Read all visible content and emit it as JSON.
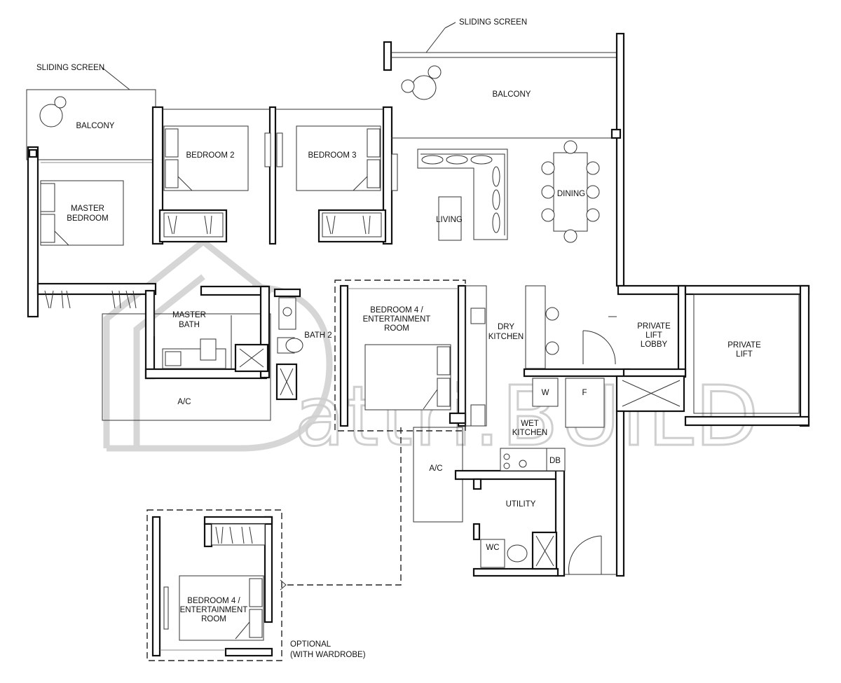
{
  "labels": {
    "sliding_screen_top": "SLIDING SCREEN",
    "sliding_screen_left": "SLIDING SCREEN",
    "balcony_left": "BALCONY",
    "balcony_right": "BALCONY",
    "bedroom2": "BEDROOM 2",
    "bedroom3": "BEDROOM 3",
    "master_bedroom_1": "MASTER",
    "master_bedroom_2": "BEDROOM",
    "living": "LIVING",
    "dining": "DINING",
    "master_bath_1": "MASTER",
    "master_bath_2": "BATH",
    "bath2": "BATH 2",
    "bedroom4_1": "BEDROOM 4 /",
    "bedroom4_2": "ENTERTAINMENT",
    "bedroom4_3": "ROOM",
    "dry_kitchen_1": "DRY",
    "dry_kitchen_2": "KITCHEN",
    "private_lift_lobby_1": "PRIVATE",
    "private_lift_lobby_2": "LIFT",
    "private_lift_lobby_3": "LOBBY",
    "private_lift_1": "PRIVATE",
    "private_lift_2": "LIFT",
    "ac_left": "A/C",
    "ac_right": "A/C",
    "washer": "W",
    "fridge": "F",
    "wet_kitchen_1": "WET",
    "wet_kitchen_2": "KITCHEN",
    "db": "DB",
    "utility": "UTILITY",
    "wc": "WC",
    "opt_bedroom4_1": "BEDROOM 4 /",
    "opt_bedroom4_2": "ENTERTAINMENT",
    "opt_bedroom4_3": "ROOM",
    "optional_1": "OPTIONAL",
    "optional_2": "(WITH WARDROBE)"
  },
  "watermark": "attri.BUILD"
}
